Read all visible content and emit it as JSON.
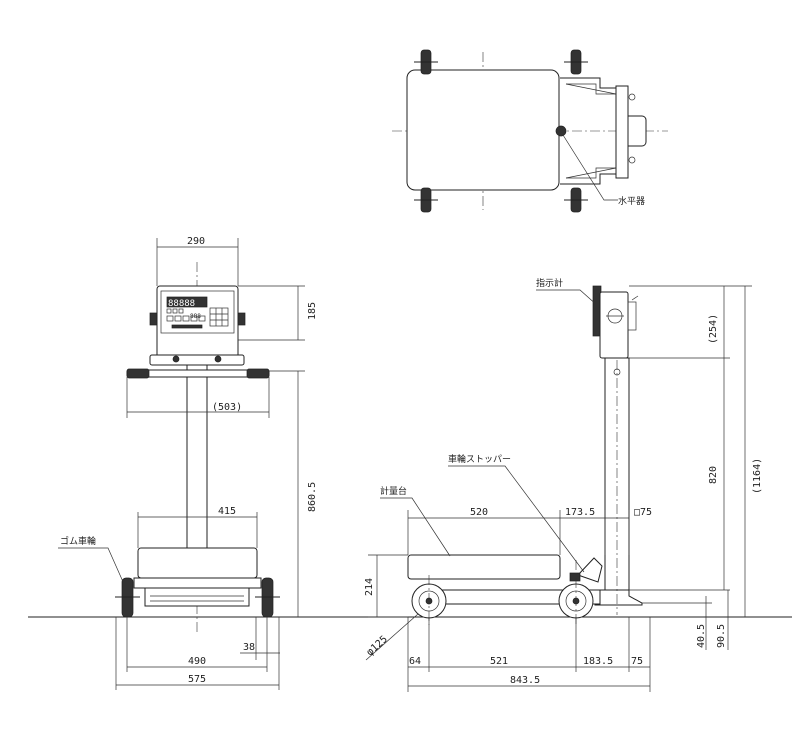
{
  "dimensions": {
    "front_display_width": "290",
    "front_display_height": "185",
    "front_handle_span": "(503)",
    "front_height": "860.5",
    "front_platform_width": "415",
    "front_wheel_span": "490",
    "front_wheel_offset": "38",
    "front_total_width": "575",
    "side_platform_length": "520",
    "side_column_offset": "173.5",
    "side_column_size": "□75",
    "side_display_height": "(254)",
    "side_total_height": "(1164)",
    "side_column_height": "820",
    "side_platform_height": "214",
    "side_wheel_diameter": "φ125",
    "side_front_offset": "64",
    "side_wheelbase": "521",
    "side_rear_span": "183.5",
    "side_rear_overhang": "75",
    "side_total_length": "843.5",
    "side_base_height_a": "40.5",
    "side_base_height_b": "90.5"
  },
  "labels": {
    "level_gauge": "水平器",
    "indicator": "指示計",
    "wheel_stopper": "車輪ストッパー",
    "weighing_platform": "計量台",
    "rubber_wheel": "ゴム車輪"
  },
  "display": {
    "digits": "88888",
    "sub_digits": "888"
  }
}
